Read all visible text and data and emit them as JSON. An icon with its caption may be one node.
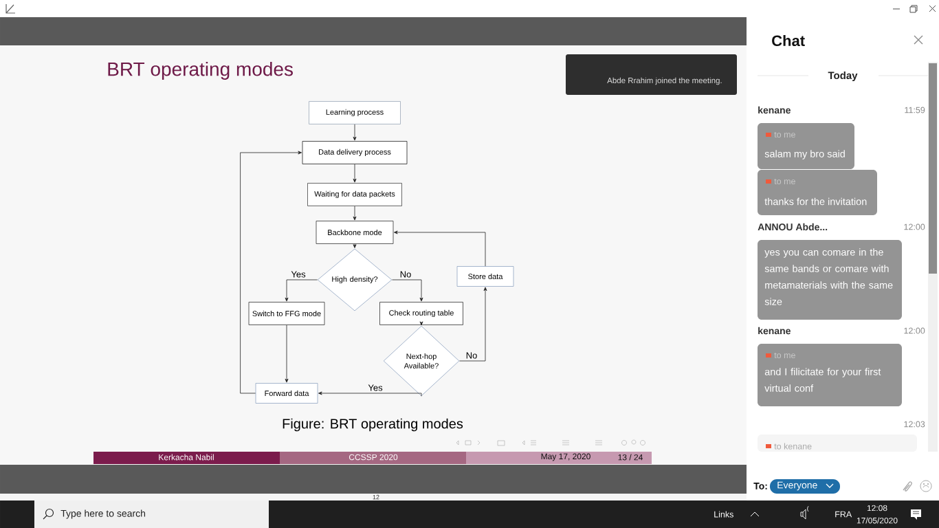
{
  "diagram": {
    "title": "BRT operating modes",
    "caption": "Figure: BRT operating modes",
    "nodes": [
      {
        "text": [
          "Learning process"
        ]
      },
      {
        "text": [
          "Data delivery process"
        ]
      },
      {
        "text": [
          "Waiting for data packets"
        ]
      },
      {
        "text": [
          "Backbone mode"
        ]
      },
      {
        "text": [
          "High density?"
        ]
      },
      {
        "text": [
          "Switch to FFG mode"
        ]
      },
      {
        "text": [
          "Check routing table"
        ]
      },
      {
        "text": [
          "Store data"
        ]
      },
      {
        "text": [
          "Next-hop Available?"
        ]
      },
      {
        "text": [
          "Forward data"
        ]
      }
    ],
    "edges": [
      {
        "from": 0,
        "to": 1,
        "arrow": "to"
      },
      {
        "from": 1,
        "to": 2,
        "arrow": "to"
      },
      {
        "from": 2,
        "to": 3,
        "arrow": "to"
      },
      {
        "from": 3,
        "to": 4,
        "arrow": "to"
      },
      {
        "from": 4,
        "to": 5,
        "arrow": "to",
        "label": "Yes"
      },
      {
        "from": 4,
        "to": 6,
        "arrow": "to",
        "label": "No"
      },
      {
        "from": 6,
        "to": 8,
        "arrow": "to"
      },
      {
        "from": 8,
        "to": 7,
        "arrow": "to",
        "label": "No"
      },
      {
        "from": 7,
        "to": 3,
        "arrow": "to"
      },
      {
        "from": 8,
        "to": 9,
        "arrow": "to",
        "label": "Yes"
      },
      {
        "from": 5,
        "to": 9,
        "arrow": "to"
      },
      {
        "from": 9,
        "to": 1,
        "arrow": "to"
      }
    ],
    "labels": [
      "Abde Rrahim joined the meeting.",
      "Kerkacha Nabil",
      "CCSSP 2020",
      "May 17, 2020",
      "13 / 24",
      "Chat",
      "Today",
      "kenane",
      "11:59",
      "to me",
      "salam my bro said",
      "to me",
      "thanks for the invitation",
      "ANNOU Abde...",
      "12:00",
      "yes you can comare in the same bands or comare with metamaterials with the same size",
      "kenane",
      "12:00",
      "to me",
      "and I filicitate for your first virtual conf",
      "12:03",
      "to kenane",
      "To:",
      "Everyone",
      "Type here to search",
      "12",
      "Links",
      "FRA",
      "12:08",
      "17/05/2020"
    ]
  }
}
